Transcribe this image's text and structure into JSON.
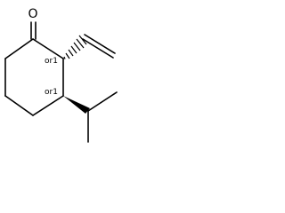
{
  "molecule": {
    "oxygen_label": "O",
    "stereo_labels": [
      "or1",
      "or1"
    ]
  }
}
